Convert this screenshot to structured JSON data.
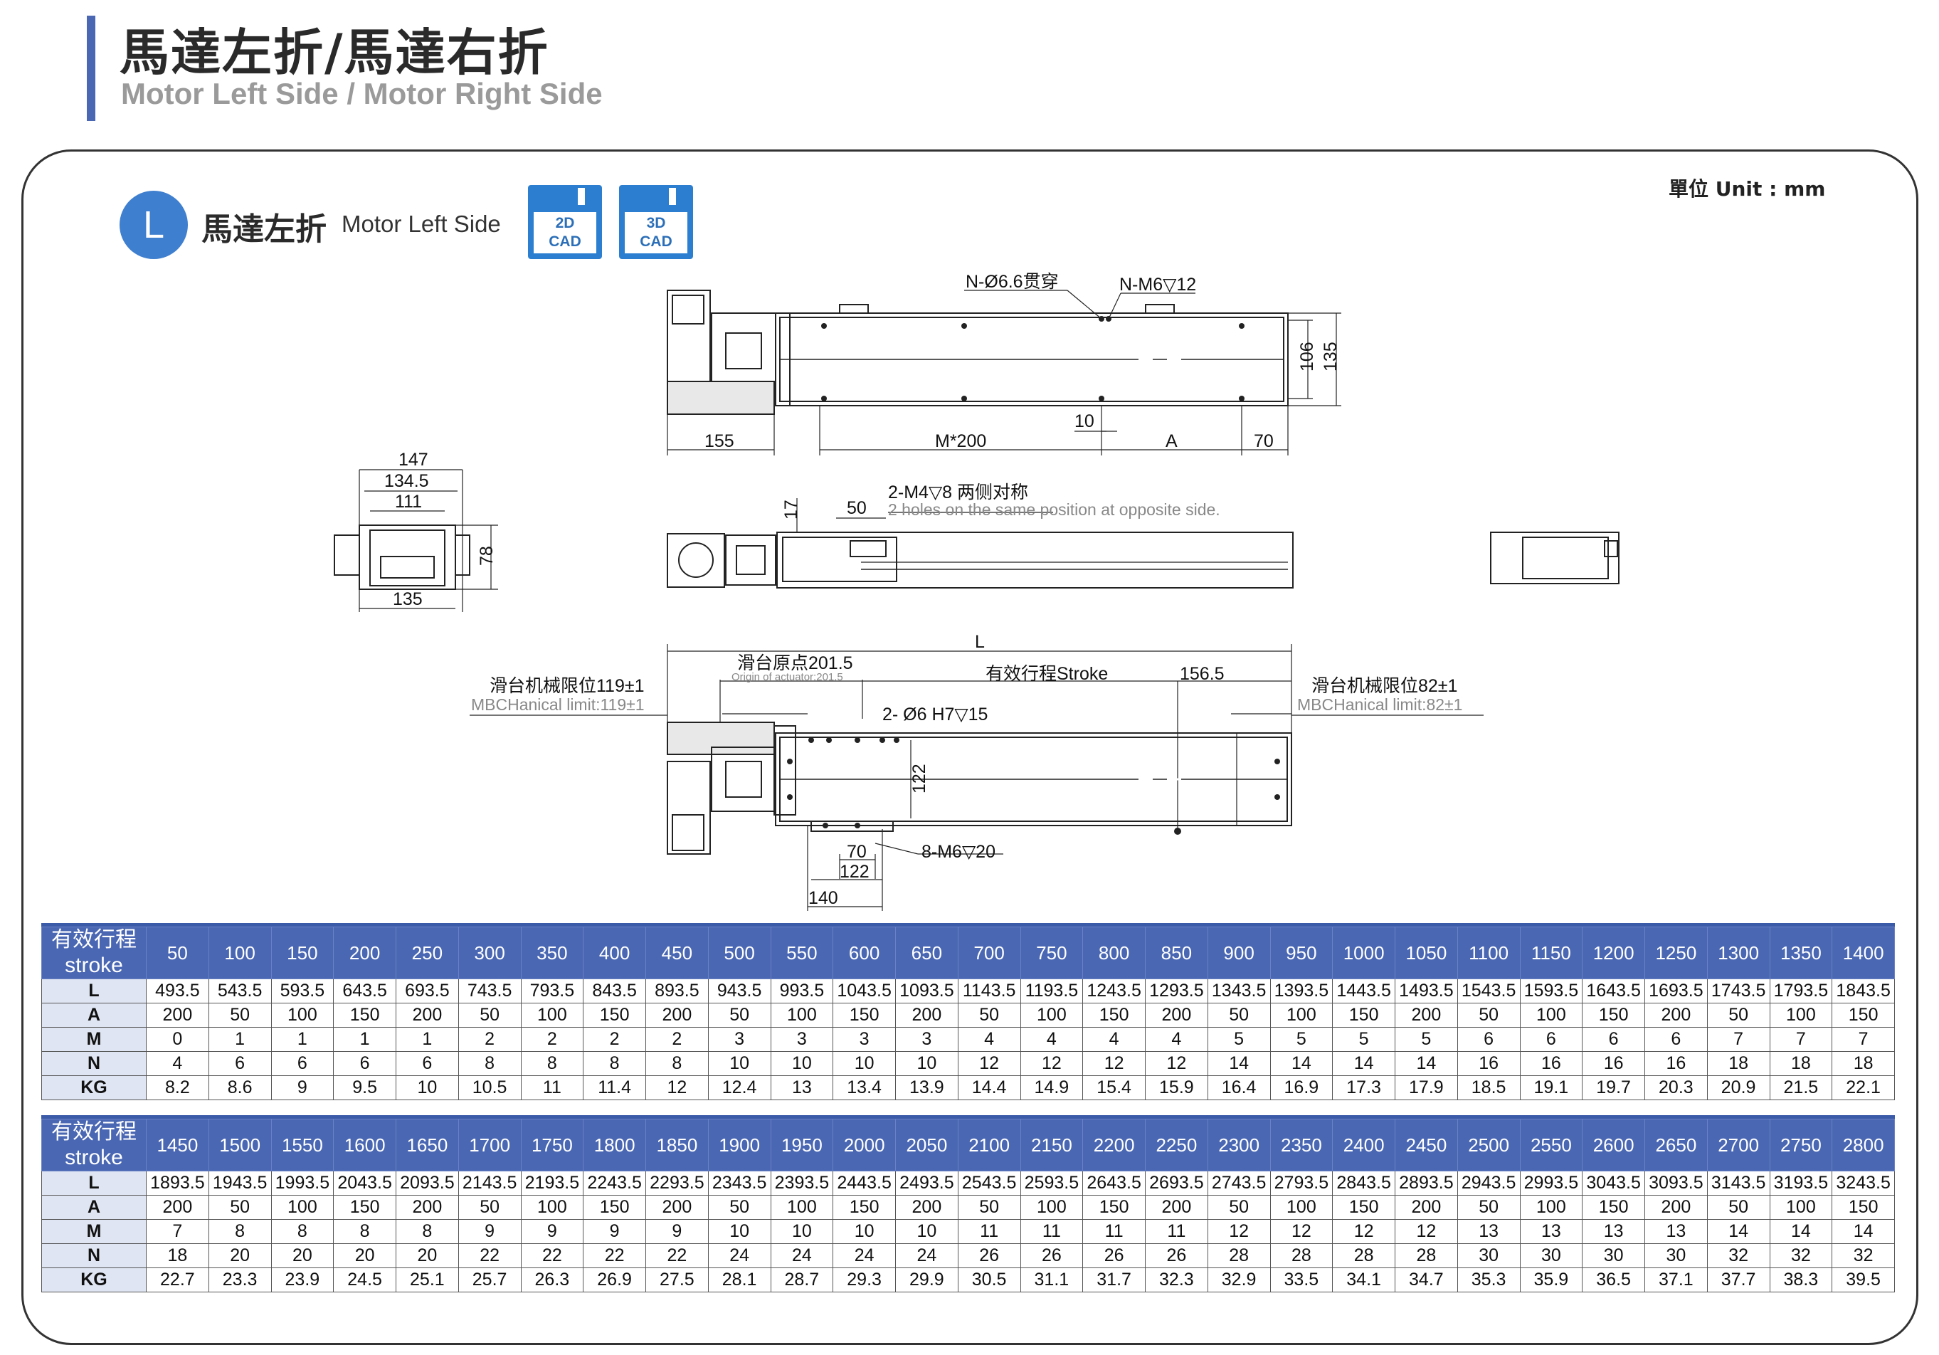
{
  "header": {
    "title_zh": "馬達左折/馬達右折",
    "title_en": "Motor Left Side / Motor Right Side"
  },
  "unit_label": "單位 Unit : mm",
  "section": {
    "badge": "L",
    "title_zh": "馬達左折",
    "title_en": "Motor Left Side"
  },
  "cad_buttons": [
    {
      "line1": "2D",
      "line2": "CAD"
    },
    {
      "line1": "3D",
      "line2": "CAD"
    }
  ],
  "drawing": {
    "top_view": {
      "note_through": "N-Ø6.6贯穿",
      "note_tap": "N-M6▽12",
      "dim_106": "106",
      "dim_135": "135",
      "dim_155": "155",
      "dim_m200": "M*200",
      "dim_10": "10",
      "dim_a": "A",
      "dim_70": "70"
    },
    "end_view": {
      "dim_147": "147",
      "dim_134_5": "134.5",
      "dim_111": "111",
      "dim_78": "78",
      "dim_135": "135"
    },
    "side_view": {
      "dim_17": "17",
      "dim_50": "50",
      "note_zh": "2-M4▽8 两侧对称",
      "note_en": "2 holes on the same position at opposite side."
    },
    "bottom_view": {
      "dim_l": "L",
      "origin_zh": "滑台原点201.5",
      "origin_en": "Origin of actuator:201.5",
      "stroke": "有效行程Stroke",
      "dim_156_5": "156.5",
      "limit_left_zh": "滑台机械限位119±1",
      "limit_left_en": "MBCHanical limit:119±1",
      "limit_right_zh": "滑台机械限位82±1",
      "limit_right_en": "MBCHanical limit:82±1",
      "note_pin": "2- Ø6 H7▽15",
      "dim_122v": "122",
      "note_8m6": "8-M6▽20",
      "dim_70": "70",
      "dim_122": "122",
      "dim_140": "140"
    }
  },
  "tables": [
    {
      "header_zh": "有效行程",
      "header_en": "stroke",
      "strokes": [
        "50",
        "100",
        "150",
        "200",
        "250",
        "300",
        "350",
        "400",
        "450",
        "500",
        "550",
        "600",
        "650",
        "700",
        "750",
        "800",
        "850",
        "900",
        "950",
        "1000",
        "1050",
        "1100",
        "1150",
        "1200",
        "1250",
        "1300",
        "1350",
        "1400"
      ],
      "rows": [
        {
          "label": "L",
          "values": [
            "493.5",
            "543.5",
            "593.5",
            "643.5",
            "693.5",
            "743.5",
            "793.5",
            "843.5",
            "893.5",
            "943.5",
            "993.5",
            "1043.5",
            "1093.5",
            "1143.5",
            "1193.5",
            "1243.5",
            "1293.5",
            "1343.5",
            "1393.5",
            "1443.5",
            "1493.5",
            "1543.5",
            "1593.5",
            "1643.5",
            "1693.5",
            "1743.5",
            "1793.5",
            "1843.5"
          ]
        },
        {
          "label": "A",
          "values": [
            "200",
            "50",
            "100",
            "150",
            "200",
            "50",
            "100",
            "150",
            "200",
            "50",
            "100",
            "150",
            "200",
            "50",
            "100",
            "150",
            "200",
            "50",
            "100",
            "150",
            "200",
            "50",
            "100",
            "150",
            "200",
            "50",
            "100",
            "150"
          ]
        },
        {
          "label": "M",
          "values": [
            "0",
            "1",
            "1",
            "1",
            "1",
            "2",
            "2",
            "2",
            "2",
            "3",
            "3",
            "3",
            "3",
            "4",
            "4",
            "4",
            "4",
            "5",
            "5",
            "5",
            "5",
            "6",
            "6",
            "6",
            "6",
            "7",
            "7",
            "7"
          ]
        },
        {
          "label": "N",
          "values": [
            "4",
            "6",
            "6",
            "6",
            "6",
            "8",
            "8",
            "8",
            "8",
            "10",
            "10",
            "10",
            "10",
            "12",
            "12",
            "12",
            "12",
            "14",
            "14",
            "14",
            "14",
            "16",
            "16",
            "16",
            "16",
            "18",
            "18",
            "18"
          ]
        },
        {
          "label": "KG",
          "values": [
            "8.2",
            "8.6",
            "9",
            "9.5",
            "10",
            "10.5",
            "11",
            "11.4",
            "12",
            "12.4",
            "13",
            "13.4",
            "13.9",
            "14.4",
            "14.9",
            "15.4",
            "15.9",
            "16.4",
            "16.9",
            "17.3",
            "17.9",
            "18.5",
            "19.1",
            "19.7",
            "20.3",
            "20.9",
            "21.5",
            "22.1"
          ]
        }
      ]
    },
    {
      "header_zh": "有效行程",
      "header_en": "stroke",
      "strokes": [
        "1450",
        "1500",
        "1550",
        "1600",
        "1650",
        "1700",
        "1750",
        "1800",
        "1850",
        "1900",
        "1950",
        "2000",
        "2050",
        "2100",
        "2150",
        "2200",
        "2250",
        "2300",
        "2350",
        "2400",
        "2450",
        "2500",
        "2550",
        "2600",
        "2650",
        "2700",
        "2750",
        "2800"
      ],
      "rows": [
        {
          "label": "L",
          "values": [
            "1893.5",
            "1943.5",
            "1993.5",
            "2043.5",
            "2093.5",
            "2143.5",
            "2193.5",
            "2243.5",
            "2293.5",
            "2343.5",
            "2393.5",
            "2443.5",
            "2493.5",
            "2543.5",
            "2593.5",
            "2643.5",
            "2693.5",
            "2743.5",
            "2793.5",
            "2843.5",
            "2893.5",
            "2943.5",
            "2993.5",
            "3043.5",
            "3093.5",
            "3143.5",
            "3193.5",
            "3243.5"
          ]
        },
        {
          "label": "A",
          "values": [
            "200",
            "50",
            "100",
            "150",
            "200",
            "50",
            "100",
            "150",
            "200",
            "50",
            "100",
            "150",
            "200",
            "50",
            "100",
            "150",
            "200",
            "50",
            "100",
            "150",
            "200",
            "50",
            "100",
            "150",
            "200",
            "50",
            "100",
            "150"
          ]
        },
        {
          "label": "M",
          "values": [
            "7",
            "8",
            "8",
            "8",
            "8",
            "9",
            "9",
            "9",
            "9",
            "10",
            "10",
            "10",
            "10",
            "11",
            "11",
            "11",
            "11",
            "12",
            "12",
            "12",
            "12",
            "13",
            "13",
            "13",
            "13",
            "14",
            "14",
            "14"
          ]
        },
        {
          "label": "N",
          "values": [
            "18",
            "20",
            "20",
            "20",
            "20",
            "22",
            "22",
            "22",
            "22",
            "24",
            "24",
            "24",
            "24",
            "26",
            "26",
            "26",
            "26",
            "28",
            "28",
            "28",
            "28",
            "30",
            "30",
            "30",
            "30",
            "32",
            "32",
            "32"
          ]
        },
        {
          "label": "KG",
          "values": [
            "22.7",
            "23.3",
            "23.9",
            "24.5",
            "25.1",
            "25.7",
            "26.3",
            "26.9",
            "27.5",
            "28.1",
            "28.7",
            "29.3",
            "29.9",
            "30.5",
            "31.1",
            "31.7",
            "32.3",
            "32.9",
            "33.5",
            "34.1",
            "34.7",
            "35.3",
            "35.9",
            "36.5",
            "37.1",
            "37.7",
            "38.3",
            "39.5"
          ]
        }
      ]
    }
  ]
}
